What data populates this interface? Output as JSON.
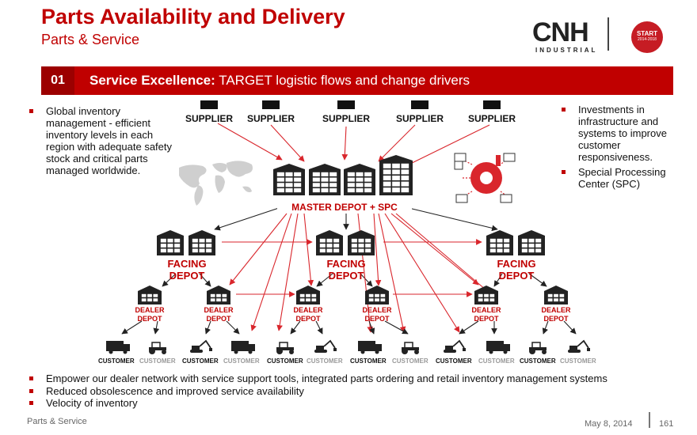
{
  "header": {
    "title": "Parts Availability and Delivery",
    "subtitle": "Parts & Service",
    "logo_text": "CNH",
    "logo_subtext": "INDUSTRIAL",
    "badge_title": "START",
    "badge_sub": "2014-2018"
  },
  "banner": {
    "number": "01",
    "bold": "Service Excellence:",
    "rest": "TARGET logistic flows and change drivers"
  },
  "left_bullets": [
    "Global inventory management - efficient inventory levels in each region with adequate safety stock and critical parts managed worldwide."
  ],
  "right_bullets": [
    "Investments in infrastructure and systems to improve customer responsiveness.",
    "Special Processing Center (SPC)"
  ],
  "diagram": {
    "suppliers": [
      "SUPPLIER",
      "SUPPLIER",
      "SUPPLIER",
      "SUPPLIER",
      "SUPPLIER"
    ],
    "master": "MASTER DEPOT + SPC",
    "facing": [
      "FACING DEPOT",
      "FACING DEPOT",
      "FACING DEPOT"
    ],
    "dealers": [
      "DEALER DEPOT",
      "DEALER DEPOT",
      "DEALER DEPOT",
      "DEALER DEPOT",
      "DEALER DEPOT",
      "DEALER DEPOT"
    ],
    "customers": [
      "CUSTOMER",
      "CUSTOMER",
      "CUSTOMER",
      "CUSTOMER",
      "CUSTOMER",
      "CUSTOMER",
      "CUSTOMER",
      "CUSTOMER",
      "CUSTOMER",
      "CUSTOMER",
      "CUSTOMER",
      "CUSTOMER"
    ],
    "customer_icons": [
      "truck-icon",
      "tractor-icon",
      "excavator-icon",
      "truck-icon",
      "tractor-icon",
      "excavator-icon",
      "truck-icon",
      "tractor-icon",
      "excavator-icon",
      "truck-icon",
      "tractor-icon",
      "excavator-icon"
    ],
    "colors": {
      "accent": "#c00000",
      "arrow_red": "#d9262c",
      "arrow_dark": "#222222",
      "label_dark": "#111111",
      "label_grey": "#999999"
    }
  },
  "bottom_bullets": [
    "Empower our dealer network with service support tools, integrated parts ordering and retail inventory management systems",
    "Reduced obsolescence and improved service availability",
    "Velocity of inventory"
  ],
  "footer": {
    "left": "Parts & Service",
    "date": "May 8, 2014",
    "page": "161"
  }
}
